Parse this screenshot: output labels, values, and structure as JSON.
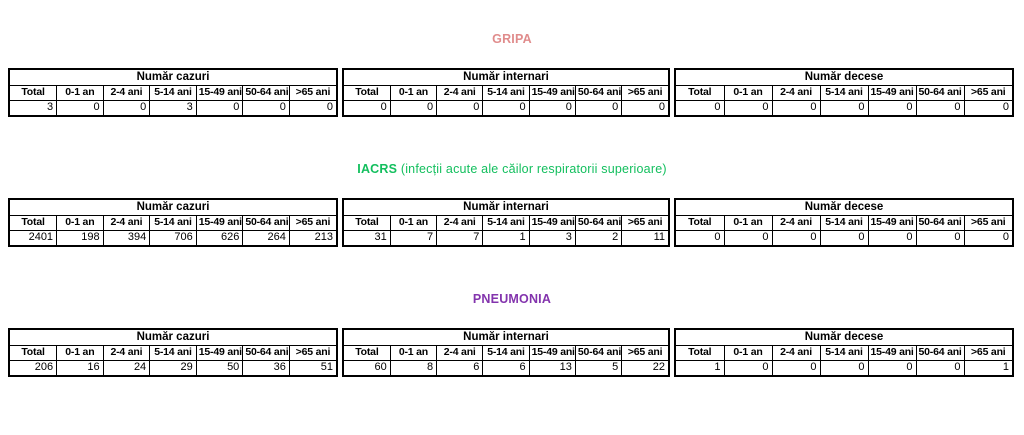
{
  "page": {
    "background": "#ffffff"
  },
  "columns": [
    "Total",
    "0-1 an",
    "2-4 ani",
    "5-14 ani",
    "15-49 ani",
    "50-64 ani",
    ">65 ani"
  ],
  "groups": {
    "cazuri": "Număr cazuri",
    "internari": "Număr internari",
    "decese": "Număr decese"
  },
  "sections": [
    {
      "title": "GRIPA",
      "title_suffix": "",
      "title_color": "#e08c8c",
      "cazuri": [
        3,
        0,
        0,
        3,
        0,
        0,
        0
      ],
      "internari": [
        0,
        0,
        0,
        0,
        0,
        0,
        0
      ],
      "decese": [
        0,
        0,
        0,
        0,
        0,
        0,
        0
      ]
    },
    {
      "title": "IACRS",
      "title_suffix": " (infecții acute ale căilor respiratorii superioare)",
      "title_color": "#13bf5e",
      "cazuri": [
        2401,
        198,
        394,
        706,
        626,
        264,
        213
      ],
      "internari": [
        31,
        7,
        7,
        1,
        3,
        2,
        11
      ],
      "decese": [
        0,
        0,
        0,
        0,
        0,
        0,
        0
      ]
    },
    {
      "title": "PNEUMONIA",
      "title_suffix": "",
      "title_color": "#8334ad",
      "cazuri": [
        206,
        16,
        24,
        29,
        50,
        36,
        51
      ],
      "internari": [
        60,
        8,
        6,
        6,
        13,
        5,
        22
      ],
      "decese": [
        1,
        0,
        0,
        0,
        0,
        0,
        1
      ]
    }
  ]
}
